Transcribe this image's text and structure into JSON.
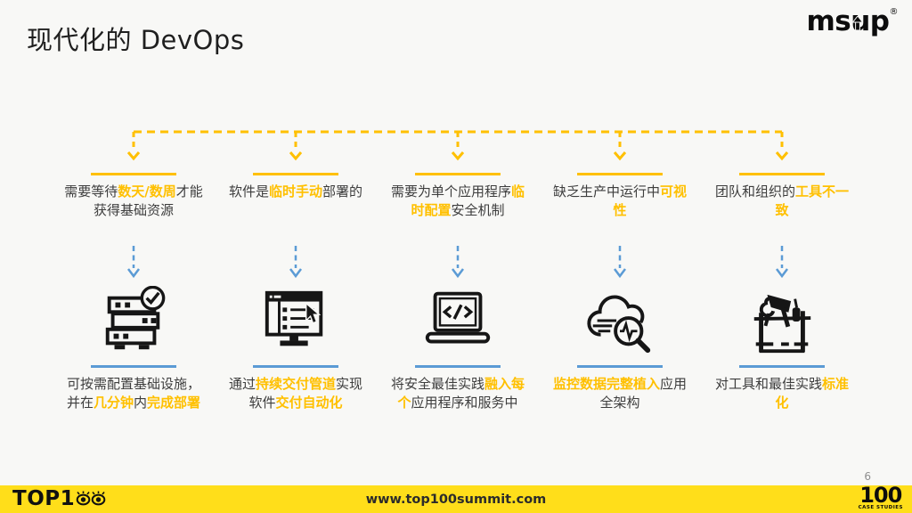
{
  "title": "现代化的 DevOps",
  "brand": {
    "logo_text": "msup",
    "reg_mark": "®"
  },
  "page_number": "6",
  "colors": {
    "accent_yellow": "#FFC000",
    "accent_blue": "#5B9BD5",
    "footer_yellow": "#FFDE1A",
    "ink": "#161616"
  },
  "columns": [
    {
      "icon": "server-check-icon",
      "problem": [
        {
          "t": "需要等待",
          "hl": false
        },
        {
          "t": "数天/数周",
          "hl": true
        },
        {
          "t": "才能获得基础资源",
          "hl": false
        }
      ],
      "solution": [
        {
          "t": "可按需配置基础设施，并在",
          "hl": false
        },
        {
          "t": "几分钟",
          "hl": true
        },
        {
          "t": "内",
          "hl": false
        },
        {
          "t": "完成部署",
          "hl": true
        }
      ]
    },
    {
      "icon": "monitor-deploy-icon",
      "problem": [
        {
          "t": "软件是",
          "hl": false
        },
        {
          "t": "临时手动",
          "hl": true
        },
        {
          "t": "部署的",
          "hl": false
        }
      ],
      "solution": [
        {
          "t": "通过",
          "hl": false
        },
        {
          "t": "持续交付管道",
          "hl": true
        },
        {
          "t": "实现软件",
          "hl": false
        },
        {
          "t": "交付自动化",
          "hl": true
        }
      ]
    },
    {
      "icon": "laptop-code-icon",
      "problem": [
        {
          "t": "需要为单个应用程序",
          "hl": false
        },
        {
          "t": "临时配置",
          "hl": true
        },
        {
          "t": "安全机制",
          "hl": false
        }
      ],
      "solution": [
        {
          "t": "将安全最佳实践",
          "hl": false
        },
        {
          "t": "融入每个",
          "hl": true
        },
        {
          "t": "应用程序和服务中",
          "hl": false
        }
      ]
    },
    {
      "icon": "cloud-monitoring-icon",
      "problem": [
        {
          "t": "缺乏生产中运行中",
          "hl": false
        },
        {
          "t": "可视性",
          "hl": true
        }
      ],
      "solution": [
        {
          "t": "监控数据完整植入",
          "hl": true
        },
        {
          "t": "应用全架构",
          "hl": false
        }
      ]
    },
    {
      "icon": "toolbox-icon",
      "problem": [
        {
          "t": "团队和组织的",
          "hl": false
        },
        {
          "t": "工具不一致",
          "hl": true
        }
      ],
      "solution": [
        {
          "t": "对工具和最佳实践",
          "hl": false
        },
        {
          "t": "标准化",
          "hl": true
        }
      ]
    }
  ],
  "footer": {
    "brand_left": "TOP1",
    "url": "www.top100summit.com",
    "badge_number": "100",
    "badge_label": "CASE STUDIES"
  }
}
